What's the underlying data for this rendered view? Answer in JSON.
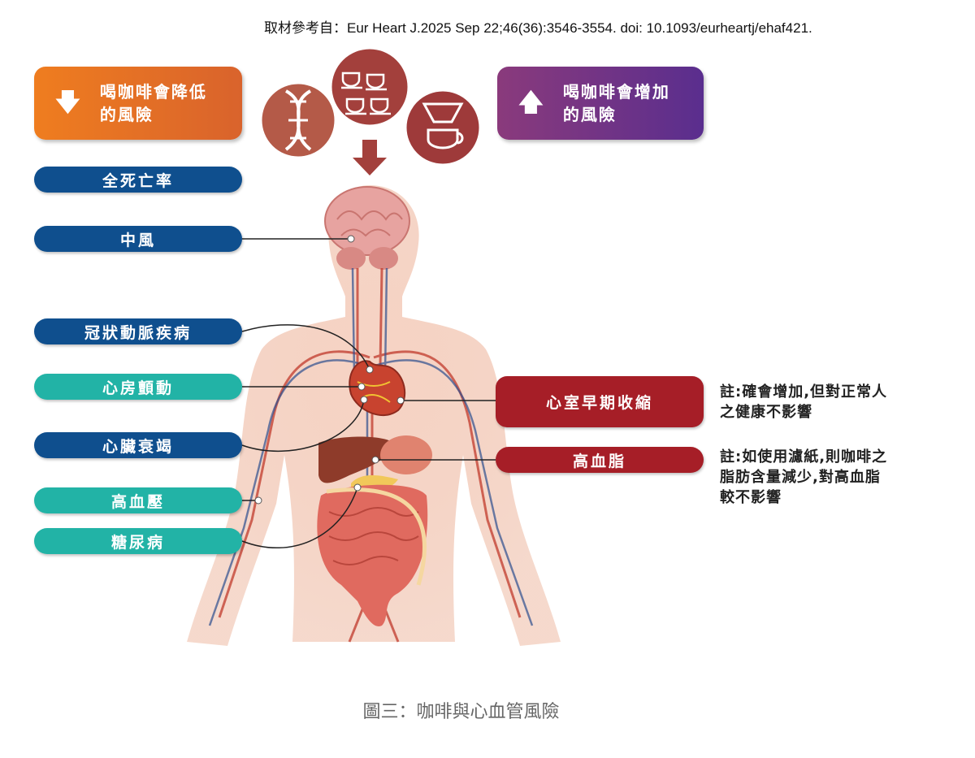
{
  "citation": "取材參考自：Eur Heart J.2025 Sep 22;46(36):3546-3554. doi: 10.1093/eurheartj/ehaf421.",
  "decrease_box": {
    "label": "喝咖啡會降低\n的風險",
    "icon": "arrow-down-icon",
    "color": "#e8731f"
  },
  "increase_box": {
    "label": "喝咖啡會增加\n的風險",
    "icon": "arrow-up-icon",
    "color": "#6b2f8c"
  },
  "decreased_risks": [
    {
      "label": "全死亡率",
      "color": "#0f4f8e"
    },
    {
      "label": "中風",
      "color": "#0f4f8e"
    },
    {
      "label": "冠狀動脈疾病",
      "color": "#0f4f8e"
    },
    {
      "label": "心房顫動",
      "color": "#22b3a6"
    },
    {
      "label": "心臟衰竭",
      "color": "#0f4f8e"
    },
    {
      "label": "高血壓",
      "color": "#22b3a6"
    },
    {
      "label": "糖尿病",
      "color": "#22b3a6"
    }
  ],
  "increased_risks": [
    {
      "label": "心室早期收縮",
      "note": "註:確會增加,但對正常人\n之健康不影響",
      "color": "#a61e27"
    },
    {
      "label": "高血脂",
      "note": "註:如使用濾紙,則咖啡之\n脂肪含量減少,對高血脂\n較不影響",
      "color": "#a61e27"
    }
  ],
  "icons": [
    "dna-icon",
    "coffee-cups-icon",
    "coffee-filter-icon"
  ],
  "caption": "圖三：咖啡與心血管風險"
}
